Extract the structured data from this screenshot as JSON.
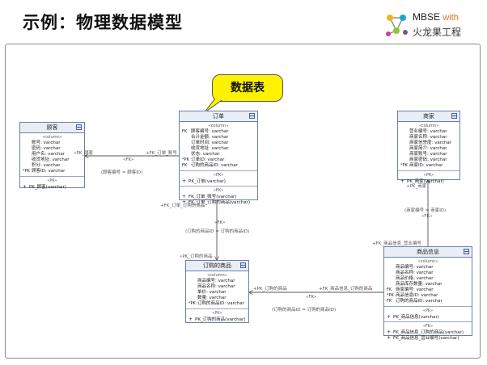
{
  "slide": {
    "title": "示例：物理数据模型"
  },
  "logo": {
    "brand": "MBSE",
    "with": "with",
    "name": "火龙果工程"
  },
  "callout": {
    "text": "数据表"
  },
  "tables": {
    "customer": {
      "name": "顾客",
      "stereotype": "«column»",
      "columns": [
        "账号: varchar",
        "密码: varchar",
        "用户名: varchar",
        "收货地址: varchar",
        "积分: varchar",
        "顾客ID: varchar"
      ],
      "key_col": "*PK",
      "pk_stereo": "«PK»",
      "pk": "PK_顾客(varchar)"
    },
    "order": {
      "name": "订单",
      "stereotype": "«column»",
      "columns": [
        "顾客编号: varchar",
        "合计金额: varchar",
        "订单时间: varchar",
        "收货地址: varchar",
        "状态: varchar",
        "订单ID: varchar",
        "订购的商品ID: varchar"
      ],
      "key_col": "*PK",
      "key_fk": "FK",
      "pk_stereo": "«PK»",
      "pk": "PK_订单(varchar)",
      "fk_stereo": "«FK»",
      "fks": [
        "FK_订单_账号(varchar)",
        "FK_订单_订购的商品(varchar)"
      ]
    },
    "merchant": {
      "name": "商家",
      "stereotype": "«column»",
      "columns": [
        "营业编号: varchar",
        "商家名称: varchar",
        "商家信誉度: varchar",
        "商家简介: varchar",
        "商家账号: varchar",
        "商家密码: varchar",
        "商家ID: varchar"
      ],
      "key_col": "*PK",
      "pk_stereo": "«PK»",
      "pk": "PK_商家(varchar)"
    },
    "ordered_item": {
      "name": "订购的商品",
      "stereotype": "«column»",
      "columns": [
        "商品编号: varchar",
        "商品名称: varchar",
        "单价: varchar",
        "数量: varchar",
        "订购的商品ID: varchar"
      ],
      "key_col": "*PK",
      "pk_stereo": "«PK»",
      "pk": "PK_订购的商品(varchar)"
    },
    "product": {
      "name": "商品信息",
      "stereotype": "«column»",
      "columns": [
        "商品编号: varchar",
        "商品名称: varchar",
        "商品价格: varchar",
        "商品库存数量: varchar",
        "商家编号: varchar",
        "商品信息ID: varchar",
        "订购的商品ID: varchar"
      ],
      "key_col": "*PK",
      "key_fk": "FK",
      "pk_stereo": "«PK»",
      "pk": "PK_商品信息(varchar)",
      "fk_stereo": "«FK»",
      "fks": [
        "FK_商品信息_订购的商品(varchar)",
        "FK_商品信息_营业编号(varchar)"
      ]
    }
  },
  "connectors": {
    "c1": {
      "end_a": "«PK_顾客",
      "end_b": "+FK_订单_账号",
      "stereo": "«FK»",
      "mapping": "(顾客编号 = 顾客ID)"
    },
    "c2": {
      "end_a": "+FK_订单_订购的商品",
      "stereo": "«FK»",
      "mapping": "(订购的商品ID = 订购的商品ID)",
      "end_b": "«PK_订购的商品"
    },
    "c3": {
      "end_a": "+PK_商家",
      "mapping": "(商家编号 = 商家ID)",
      "stereo": "«FK»",
      "end_b": "+FK_商品信息_营业编号"
    },
    "c4": {
      "end_a": "+PK_订购的商品",
      "stereo": "«FK»",
      "mapping": "(订购的商品ID = 订购的商品ID)",
      "end_b": "+FK_商品信息_订购的商品"
    }
  }
}
